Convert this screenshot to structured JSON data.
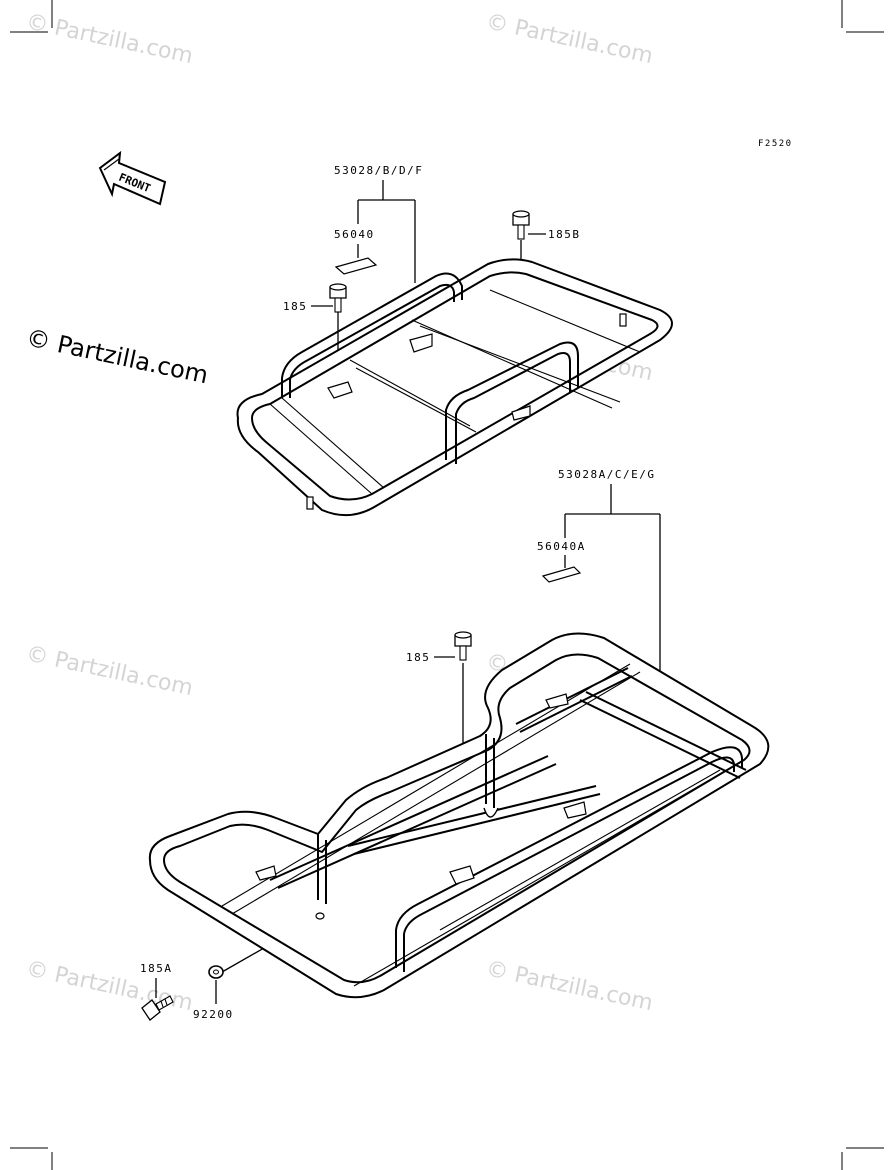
{
  "figure_code": "F2520",
  "front_arrow_label": "FRONT",
  "watermark": "© Partzilla.com",
  "upper_carrier": {
    "assembly_label": "53028/B/D/F",
    "decal_label": "56040",
    "bolt_left_label": "185",
    "bolt_right_label": "185B"
  },
  "lower_carrier": {
    "assembly_label": "53028A/C/E/G",
    "decal_label": "56040A",
    "bolt_label": "185",
    "bolt_bottom_label": "185A",
    "washer_label": "92200"
  }
}
